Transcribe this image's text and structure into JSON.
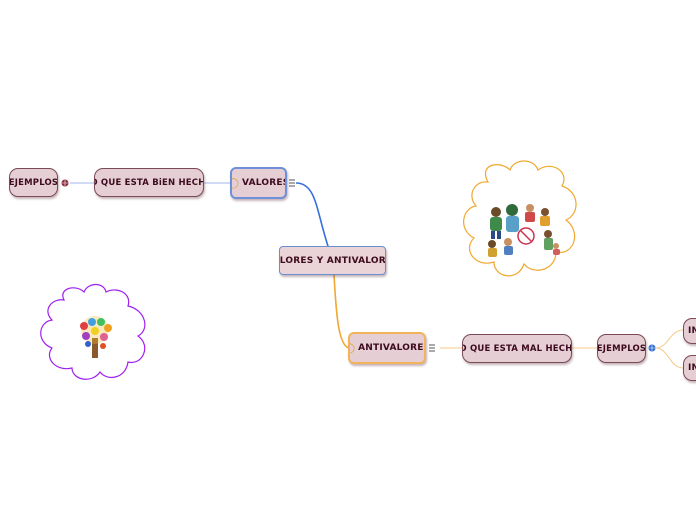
{
  "map": {
    "center": "VALORES Y ANTIVALORES",
    "valores": {
      "label": "VALORES",
      "icon": "lightbulb-icon",
      "child": "LO QUE ESTA BiEN HECHO",
      "grandchild": "EJEMPLOS"
    },
    "antivalores": {
      "label": "ANTIVALORES",
      "icon": "lightbulb-icon",
      "child": "LO QUE ESTA MAL HECHO",
      "grandchild": "EJEMPLOS",
      "items": [
        "IN",
        "IN"
      ]
    }
  },
  "colors": {
    "node_fill": "#e5cfd4",
    "node_text": "#3d0a1e",
    "valores_branch": "#3a6fe0",
    "antivalores_branch": "#f0a830",
    "cloud_orange": "#f0a830",
    "cloud_purple": "#a020f0"
  },
  "icons": [
    "notes-icon",
    "globe-icon",
    "lightbulb-icon",
    "tree-of-hands-image",
    "children-playing-image"
  ]
}
